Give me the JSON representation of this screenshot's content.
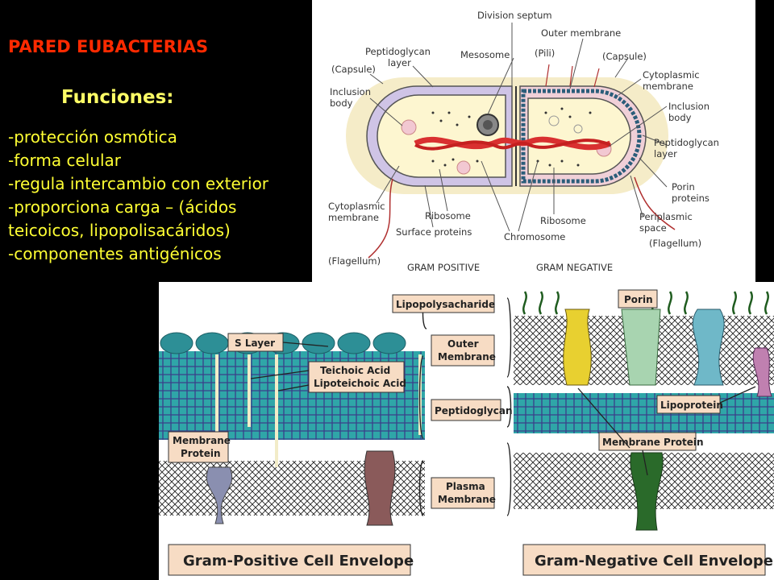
{
  "colors": {
    "background": "#000000",
    "title": "#ff2a00",
    "heading": "#ffff66",
    "list_text": "#ffff33",
    "gram_positive_wall": "#cfc4e6",
    "cytoplasm": "#fdf6d0",
    "capsule": "#f5ecc8",
    "chromosome": "#d93030",
    "peptidoglycan_teal": "#2fa6a8",
    "box_fill": "#f7dcc4",
    "lps_green": "#1f5c1f"
  },
  "slide": {
    "title": "PARED EUBACTERIAS",
    "heading": "Funciones:",
    "functions": [
      "-protección osmótica",
      "-forma celular",
      "-regula intercambio con exterior",
      "-proporciona carga – (ácidos",
      "teicoicos, lipopolisacáridos)",
      "-componentes antigénicos"
    ]
  },
  "cell_diagram": {
    "labels": {
      "division_septum": "Division septum",
      "outer_membrane": "Outer membrane",
      "peptidoglycan_layer_l1": "Peptidoglycan",
      "peptidoglycan_layer_l2": "layer",
      "mesosome": "Mesosome",
      "pili": "(Pili)",
      "capsule_left": "(Capsule)",
      "capsule_right": "(Capsule)",
      "cytoplasmic_membrane_r1": "Cytoplasmic",
      "cytoplasmic_membrane_r2": "membrane",
      "inclusion_body_l1": "Inclusion",
      "inclusion_body_l2": "body",
      "inclusion_body_r1": "Inclusion",
      "inclusion_body_r2": "body",
      "peptidoglycan_r1": "Peptidoglycan",
      "peptidoglycan_r2": "layer",
      "porin_r1": "Porin",
      "porin_r2": "proteins",
      "cytoplasmic_membrane_l1": "Cytoplasmic",
      "cytoplasmic_membrane_l2": "membrane",
      "ribosome_left": "Ribosome",
      "ribosome_right": "Ribosome",
      "periplasmic_r1": "Periplasmic",
      "periplasmic_r2": "space",
      "surface_proteins": "Surface proteins",
      "chromosome": "Chromosome",
      "flagellum_right": "(Flagellum)",
      "flagellum_left": "(Flagellum)",
      "gram_positive": "GRAM POSITIVE",
      "gram_negative": "GRAM NEGATIVE"
    }
  },
  "envelope_diagram": {
    "labels": {
      "lipopolysaccharide": "Lipopolysacharide",
      "porin": "Porin",
      "s_layer": "S Layer",
      "outer_membrane_l1": "Outer",
      "outer_membrane_l2": "Membrane",
      "teichoic_acid": "Teichoic Acid",
      "lipoteichoic_acid": "Lipoteichoic Acid",
      "peptidoglycan": "Peptidoglycan",
      "lipoprotein": "Lipoprotein",
      "membrane_protein_l1": "Membrane",
      "membrane_protein_l2": "Protein",
      "membrane_protein": "Membrane Protein",
      "plasma_membrane_l1": "Plasma",
      "plasma_membrane_l2": "Membrane",
      "gram_positive_envelope": "Gram-Positive Cell Envelope",
      "gram_negative_envelope": "Gram-Negative Cell Envelope"
    }
  }
}
